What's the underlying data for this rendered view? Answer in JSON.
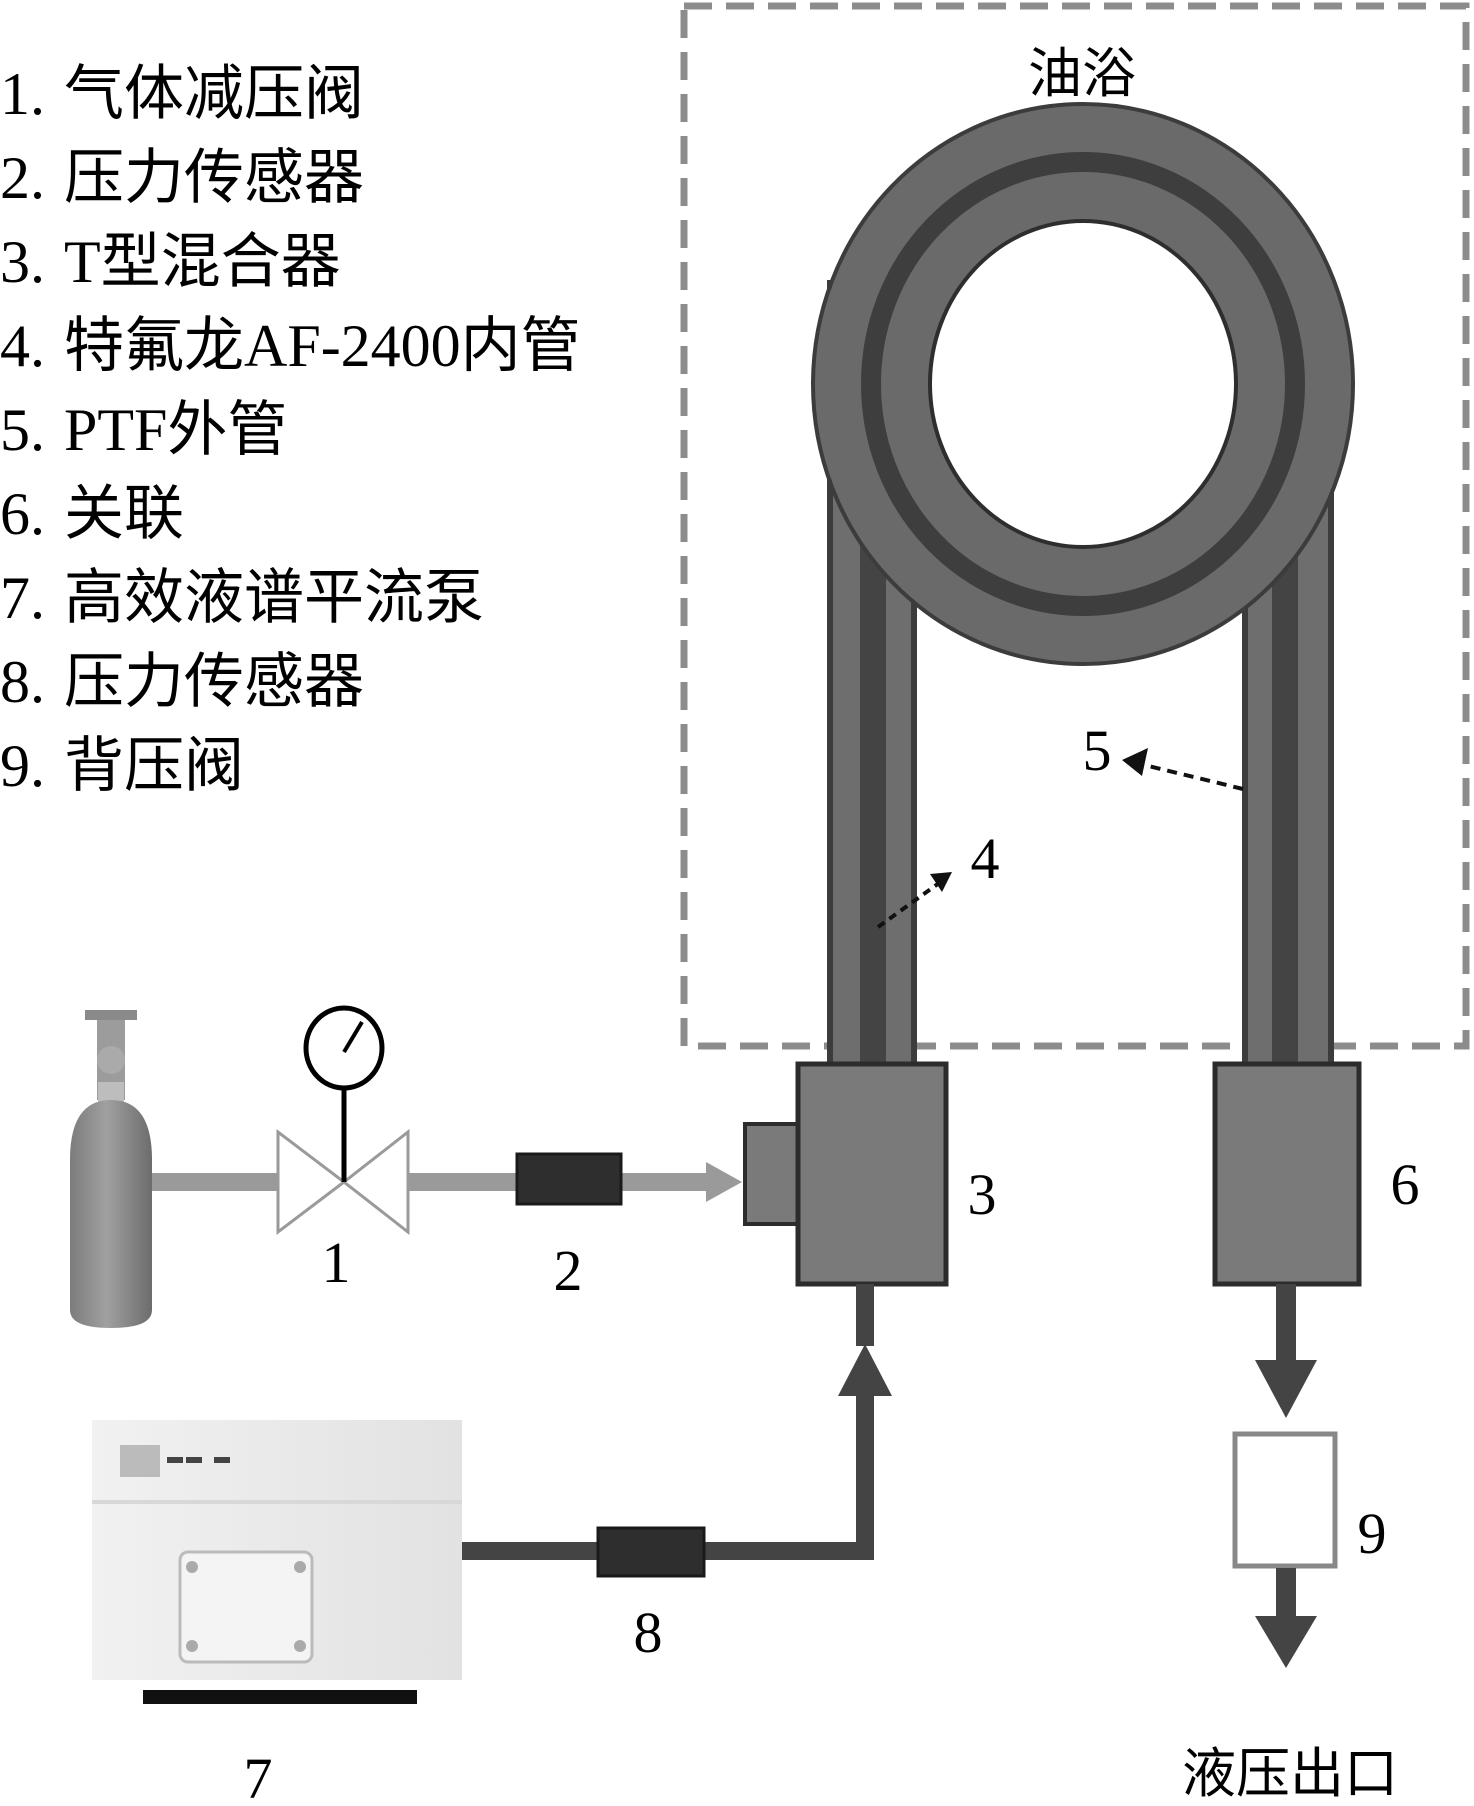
{
  "legend": [
    {
      "num": "1.",
      "text": "气体减压阀"
    },
    {
      "num": "2.",
      "text": "压力传感器"
    },
    {
      "num": "3.",
      "text": "T型混合器"
    },
    {
      "num": "4.",
      "text": "特氟龙AF-2400内管"
    },
    {
      "num": "5.",
      "text": "PTF外管"
    },
    {
      "num": "6.",
      "text": "关联"
    },
    {
      "num": "7.",
      "text": "高效液谱平流泵"
    },
    {
      "num": "8.",
      "text": "压力传感器"
    },
    {
      "num": "9.",
      "text": "背压阀"
    }
  ],
  "regions": {
    "oil_bath": "油浴",
    "outlet": "液压出口"
  },
  "component_labels": {
    "valve": "1",
    "gas_sensor": "2",
    "mixer": "3",
    "inner_tube": "4",
    "outer_tube": "5",
    "connector": "6",
    "pump": "7",
    "liquid_sensor": "8",
    "back_pressure_valve": "9"
  },
  "icons": {
    "gas_cylinder": "gas-cylinder-icon",
    "pressure_gauge": "pressure-gauge-icon",
    "hplc_pump": "hplc-pump-icon"
  },
  "colors": {
    "tube_outer": "#6e6e6e",
    "tube_inner": "#3c3c3c",
    "box_fill": "#7a7a7a",
    "dash": "#8c8c8c",
    "sensor": "#2e2e2e",
    "gas_line": "#9a9a9a"
  }
}
